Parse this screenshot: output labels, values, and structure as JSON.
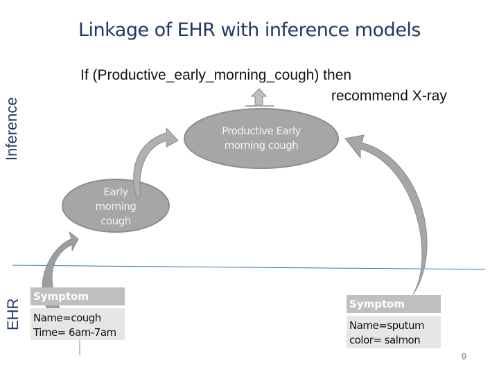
{
  "title": "Linkage of EHR with inference models",
  "labels": {
    "inference": "Inference",
    "ehr": "EHR"
  },
  "rule": {
    "line1": "If (Productive_early_morning_cough) then",
    "line2": "recommend X-ray"
  },
  "nodes": {
    "productive": [
      "Productive Early",
      "morning cough"
    ],
    "early": [
      "Early",
      "morning",
      "cough"
    ]
  },
  "records": [
    {
      "header": "Symptom",
      "lines": [
        "Name=cough",
        "Time= 6am-7am"
      ]
    },
    {
      "header": "Symptom",
      "lines": [
        "Name=sputum",
        "color= salmon"
      ]
    }
  ],
  "page_number": "9",
  "colors": {
    "title": "#1f3864",
    "divider": "#2e75b6",
    "node": "#a6a6a6",
    "arrow": "#a6a6a6"
  }
}
